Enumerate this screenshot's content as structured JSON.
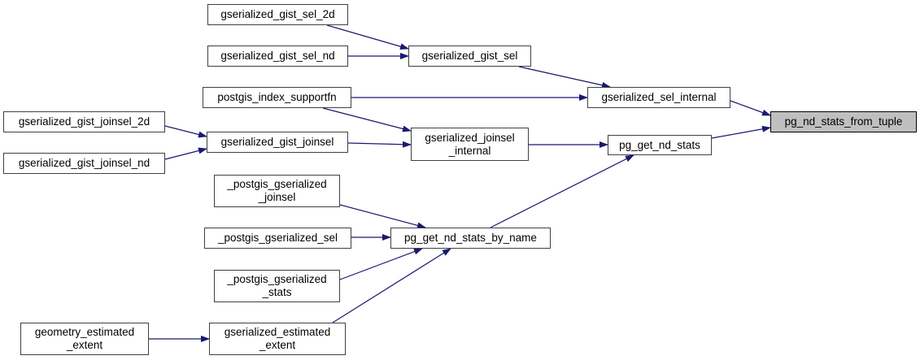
{
  "diagram": {
    "type": "call-graph",
    "target_function": "pg_nd_stats_from_tuple",
    "colors": {
      "edge": "#191970",
      "node_border": "#404040",
      "node_fill": "#ffffff",
      "highlight_fill": "#bfbfbf",
      "highlight_border": "#000000",
      "text": "#000000",
      "background": "#ffffff"
    },
    "nodes": [
      {
        "id": "gserialized_gist_sel_2d",
        "label": "gserialized_gist_sel_2d",
        "highlight": false
      },
      {
        "id": "gserialized_gist_sel_nd",
        "label": "gserialized_gist_sel_nd",
        "highlight": false
      },
      {
        "id": "gserialized_gist_sel",
        "label": "gserialized_gist_sel",
        "highlight": false
      },
      {
        "id": "postgis_index_supportfn",
        "label": "postgis_index_supportfn",
        "highlight": false
      },
      {
        "id": "gserialized_sel_internal",
        "label": "gserialized_sel_internal",
        "highlight": false
      },
      {
        "id": "gserialized_gist_joinsel_2d",
        "label": "gserialized_gist_joinsel_2d",
        "highlight": false
      },
      {
        "id": "gserialized_gist_joinsel",
        "label": "gserialized_gist_joinsel",
        "highlight": false
      },
      {
        "id": "gserialized_joinsel_internal",
        "label": "gserialized_joinsel\n_internal",
        "highlight": false
      },
      {
        "id": "pg_get_nd_stats",
        "label": "pg_get_nd_stats",
        "highlight": false
      },
      {
        "id": "pg_nd_stats_from_tuple",
        "label": "pg_nd_stats_from_tuple",
        "highlight": true
      },
      {
        "id": "gserialized_gist_joinsel_nd",
        "label": "gserialized_gist_joinsel_nd",
        "highlight": false
      },
      {
        "id": "_postgis_gserialized_joinsel",
        "label": "_postgis_gserialized\n_joinsel",
        "highlight": false
      },
      {
        "id": "_postgis_gserialized_sel",
        "label": "_postgis_gserialized_sel",
        "highlight": false
      },
      {
        "id": "pg_get_nd_stats_by_name",
        "label": "pg_get_nd_stats_by_name",
        "highlight": false
      },
      {
        "id": "_postgis_gserialized_stats",
        "label": "_postgis_gserialized\n_stats",
        "highlight": false
      },
      {
        "id": "geometry_estimated_extent",
        "label": "geometry_estimated\n_extent",
        "highlight": false
      },
      {
        "id": "gserialized_estimated_extent",
        "label": "gserialized_estimated\n_extent",
        "highlight": false
      }
    ],
    "edges": [
      {
        "from": "gserialized_gist_sel_2d",
        "to": "gserialized_gist_sel"
      },
      {
        "from": "gserialized_gist_sel_nd",
        "to": "gserialized_gist_sel"
      },
      {
        "from": "gserialized_gist_sel",
        "to": "gserialized_sel_internal"
      },
      {
        "from": "postgis_index_supportfn",
        "to": "gserialized_sel_internal"
      },
      {
        "from": "postgis_index_supportfn",
        "to": "gserialized_joinsel_internal"
      },
      {
        "from": "gserialized_gist_joinsel",
        "to": "gserialized_joinsel_internal"
      },
      {
        "from": "gserialized_gist_joinsel_2d",
        "to": "gserialized_gist_joinsel"
      },
      {
        "from": "gserialized_gist_joinsel_nd",
        "to": "gserialized_gist_joinsel"
      },
      {
        "from": "gserialized_joinsel_internal",
        "to": "pg_get_nd_stats"
      },
      {
        "from": "gserialized_sel_internal",
        "to": "pg_nd_stats_from_tuple"
      },
      {
        "from": "pg_get_nd_stats",
        "to": "pg_nd_stats_from_tuple"
      },
      {
        "from": "_postgis_gserialized_joinsel",
        "to": "pg_get_nd_stats_by_name"
      },
      {
        "from": "_postgis_gserialized_sel",
        "to": "pg_get_nd_stats_by_name"
      },
      {
        "from": "_postgis_gserialized_stats",
        "to": "pg_get_nd_stats_by_name"
      },
      {
        "from": "gserialized_estimated_extent",
        "to": "pg_get_nd_stats_by_name"
      },
      {
        "from": "pg_get_nd_stats_by_name",
        "to": "pg_get_nd_stats"
      },
      {
        "from": "geometry_estimated_extent",
        "to": "gserialized_estimated_extent"
      }
    ]
  }
}
